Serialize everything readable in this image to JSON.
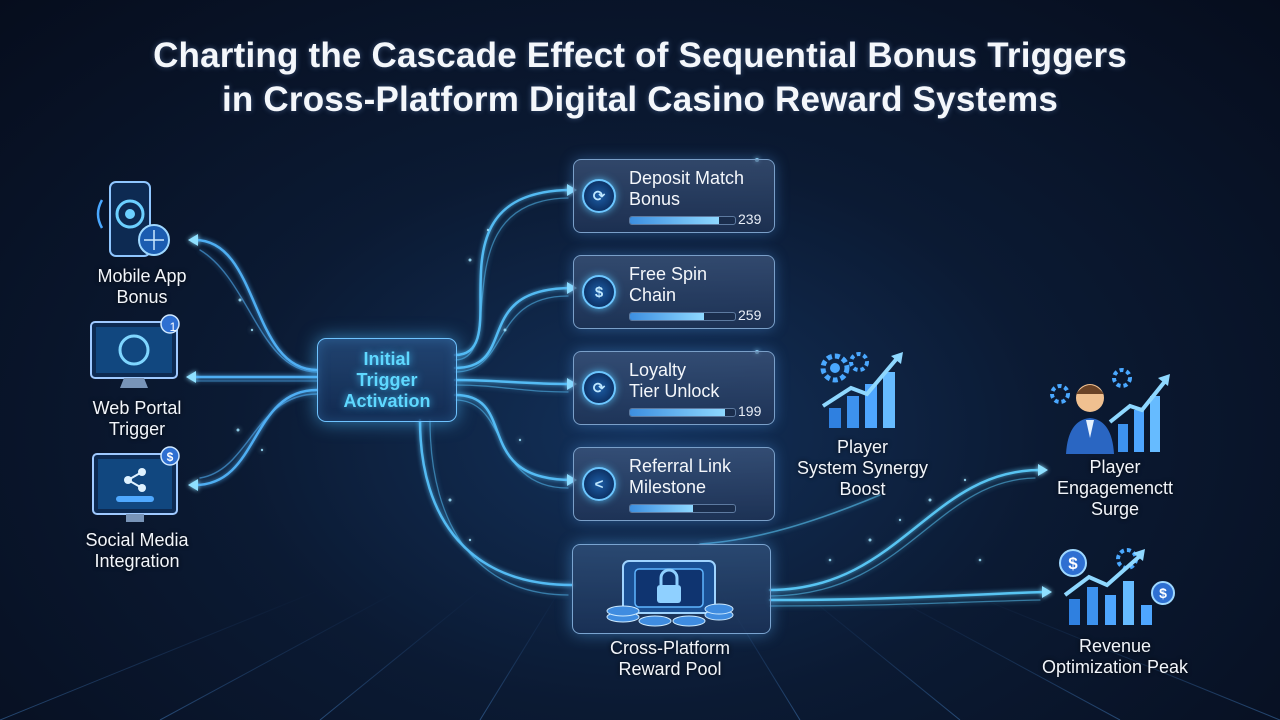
{
  "title_line1": "Charting the Cascade Effect of Sequential Bonus Triggers",
  "title_line2": "in Cross-Platform Digital Casino Reward Systems",
  "sources": [
    {
      "line1": "Mobile App",
      "line2": "Bonus",
      "icon": "mobile-phone-icon"
    },
    {
      "line1": "Web Portal",
      "line2": "Trigger",
      "icon": "desktop-monitor-icon",
      "badge": "1"
    },
    {
      "line1": "Social Media",
      "line2": "Integration",
      "icon": "share-monitor-icon",
      "badge": "$"
    }
  ],
  "initial_trigger": {
    "line1": "Initial",
    "line2": "Trigger",
    "line3": "Activation"
  },
  "bonus_cards": [
    {
      "line1": "Deposit Match",
      "line2": "Bonus",
      "value": "239",
      "progress": 0.85,
      "icon": "refresh-coin-icon"
    },
    {
      "line1": "Free Spin",
      "line2": "Chain",
      "value": "259",
      "progress": 0.7,
      "icon": "dollar-coin-icon"
    },
    {
      "line1": "Loyalty",
      "line2": "Tier Unlock",
      "value": "199",
      "progress": 0.9,
      "icon": "refresh-coin-icon"
    },
    {
      "line1": "Referral Link",
      "line2": "Milestone",
      "value": "",
      "progress": 0.6,
      "icon": "share-coin-icon"
    }
  ],
  "reward_pool": {
    "line1": "Cross-Platform",
    "line2": "Reward Pool",
    "icon": "vault-lock-icon"
  },
  "outcomes": [
    {
      "line1": "Player",
      "line2": "System Synergy",
      "line3": "Boost",
      "icon": "gears-growth-chart-icon"
    },
    {
      "line1": "Player",
      "line2": "Engagemenctt",
      "line3": "Surge",
      "icon": "person-growth-chart-icon"
    },
    {
      "line1": "Revenue",
      "line2": "Optimization Peak",
      "icon": "dollar-growth-chart-icon"
    }
  ],
  "colors": {
    "accent": "#5fd8ff",
    "glow": "#3fa9ff",
    "background": "#0b1a33"
  }
}
